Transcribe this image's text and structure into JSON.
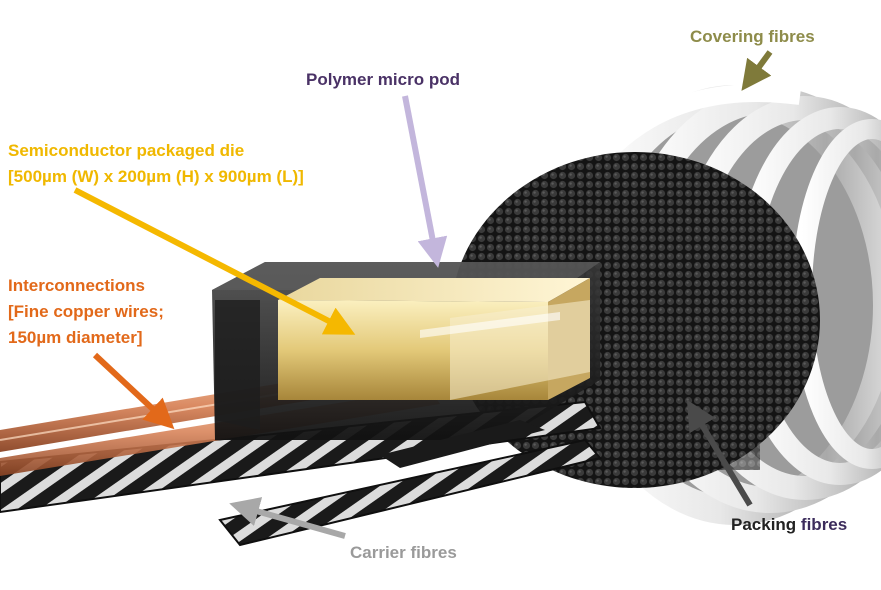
{
  "colors": {
    "covering": "#8e8c4a",
    "pod": "#4a3266",
    "die": "#f0b800",
    "interconnect": "#e2691a",
    "packing_a": "#222222",
    "packing_b": "#3c2c5c",
    "carrier": "#9a9a9a",
    "arrow_covering": "#7f7a3a",
    "arrow_pod": "#c3b6dc",
    "arrow_die": "#f5b800",
    "arrow_interconnect": "#e2691a",
    "arrow_packing": "#4a4a4a",
    "arrow_carrier": "#a8a8a8"
  },
  "labels": {
    "covering": "Covering fibres",
    "pod": "Polymer micro pod",
    "die_line1": "Semiconductor packaged die",
    "die_line2": "[500µm (W) x 200µm (H) x  900µm (L)]",
    "interconnect_line1": "Interconnections",
    "interconnect_line2": "[Fine copper wires;",
    "interconnect_line3": "150µm diameter]",
    "packing_a": "Packing ",
    "packing_b": "fibres",
    "carrier": "Carrier fibres"
  }
}
